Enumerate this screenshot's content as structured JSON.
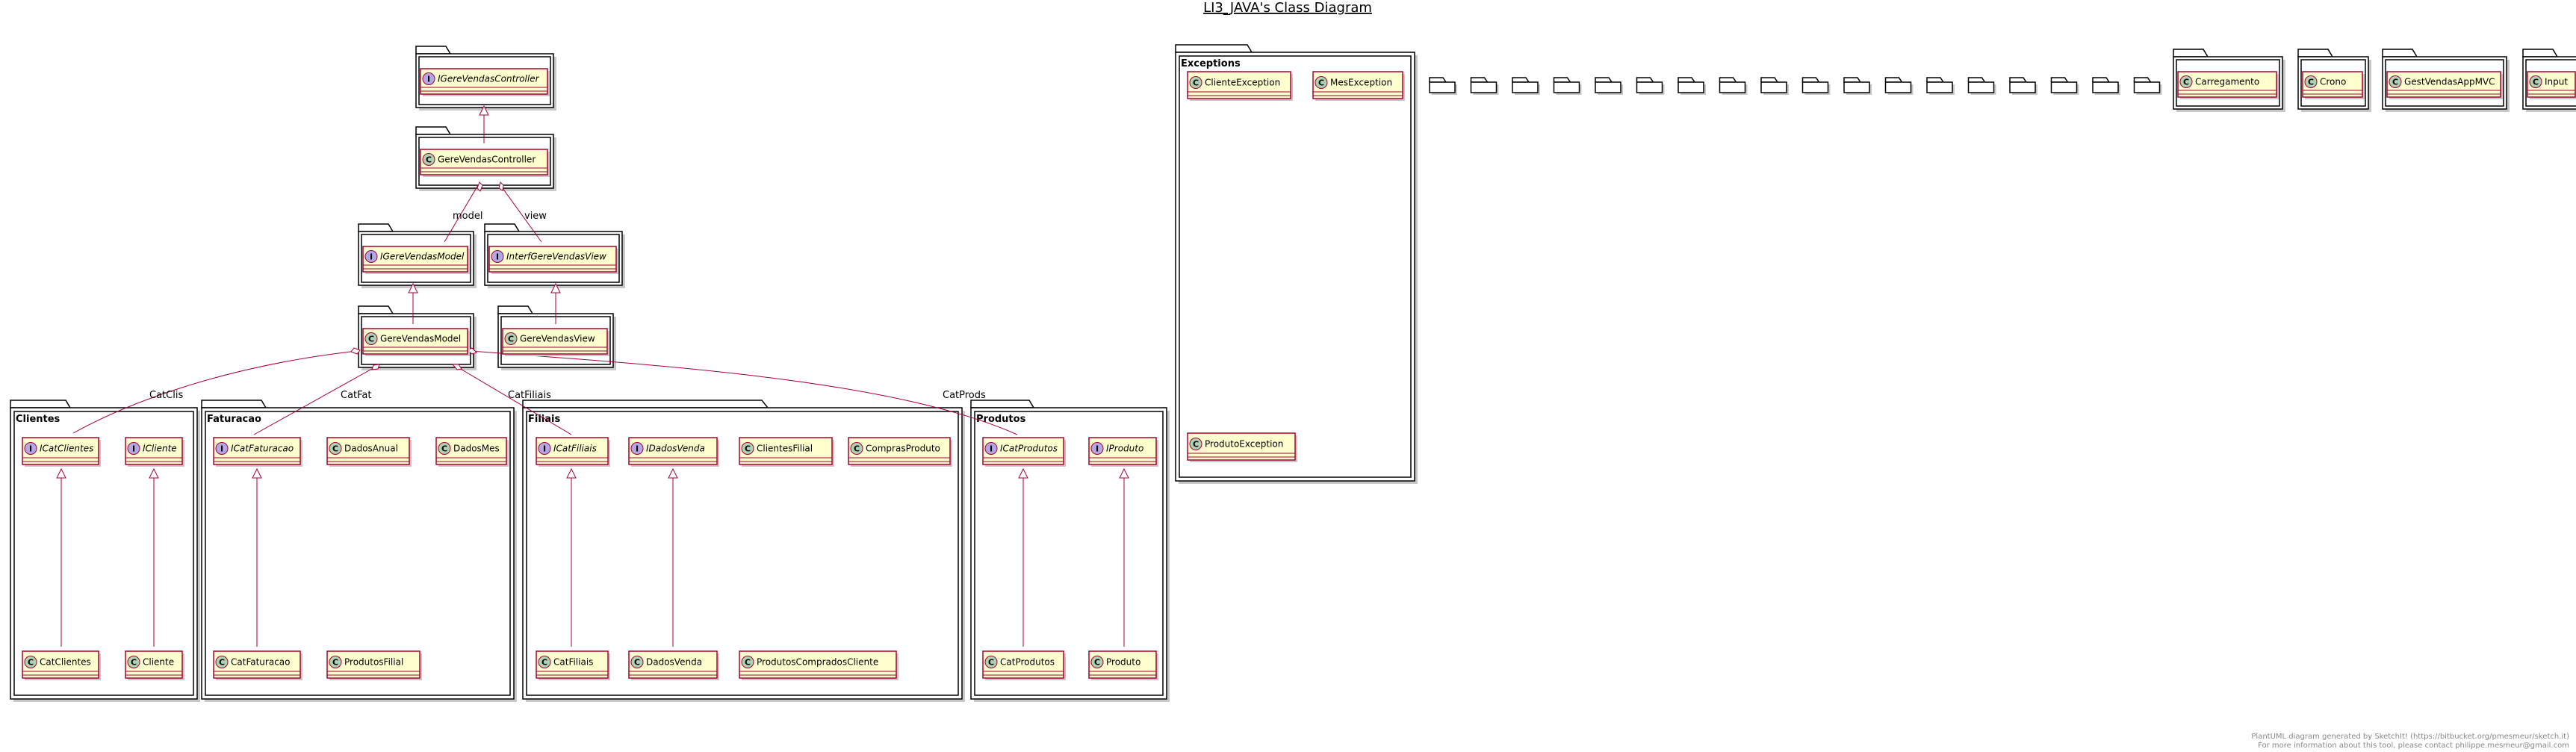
{
  "title": "LI3_JAVA's Class Diagram",
  "footer": {
    "line1": "PlantUML diagram generated by SketchIt! (https://bitbucket.org/pmesmeur/sketch.it)",
    "line2": "For more information about this tool, please contact philippe.mesmeur@gmail.com"
  },
  "packages": {
    "clientes": "Clientes",
    "faturacao": "Faturacao",
    "filiais": "Filiais",
    "produtos": "Produtos",
    "exceptions": "Exceptions"
  },
  "classes": {
    "igerevendascontroller": "IGereVendasController",
    "gerevendascontroller": "GereVendasController",
    "igerevendasmodel": "IGereVendasModel",
    "interfgerevendasview": "InterfGereVendasView",
    "gerevendasmodel": "GereVendasModel",
    "gerevendasview": "GereVendasView",
    "icatclientes": "ICatClientes",
    "icliente": "ICliente",
    "catclientes": "CatClientes",
    "cliente": "Cliente",
    "icatfaturacao": "ICatFaturacao",
    "dadosanual": "DadosAnual",
    "dadosmes": "DadosMes",
    "catfaturacao": "CatFaturacao",
    "produtosfilial": "ProdutosFilial",
    "icatfiliais": "ICatFiliais",
    "idadosvenda": "IDadosVenda",
    "clientesfilial": "ClientesFilial",
    "comprasproduto": "ComprasProduto",
    "catfiliais": "CatFiliais",
    "dadosvenda": "DadosVenda",
    "produtoscompradoscliente": "ProdutosCompradosCliente",
    "icatprodutos": "ICatProdutos",
    "iproduto": "IProduto",
    "catprodutos": "CatProdutos",
    "produto": "Produto",
    "clienteexception": "ClienteException",
    "mesexception": "MesException",
    "produtoexception": "ProdutoException",
    "carregamento": "Carregamento",
    "crono": "Crono",
    "gestvendasappmvc": "GestVendasAppMVC",
    "input": "Input"
  },
  "relations": {
    "model": "model",
    "view": "view",
    "catclis": "CatClis",
    "catfat": "CatFat",
    "catfiliais": "CatFiliais",
    "catprods": "CatProds"
  },
  "colors": {
    "class_fill": "#FEFECE",
    "class_border": "#A80036",
    "class_circle": "#ADD1B2",
    "interface_circle": "#B4A7E5"
  }
}
